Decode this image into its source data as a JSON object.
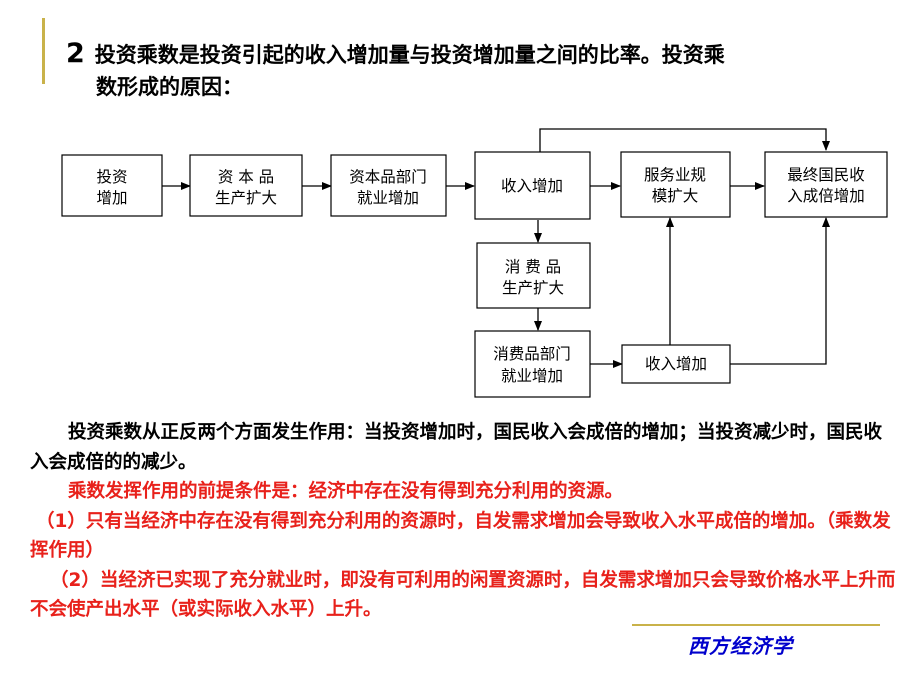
{
  "slide": {
    "number": "2",
    "title_line1": "投资乘数是投资引起的收入增加量与投资增加量之间的比率。投资乘",
    "title_line2": "数形成的原因："
  },
  "diagram": {
    "nodes": {
      "invest_up": [
        "投资",
        "增加"
      ],
      "capital_goods_expand": [
        "资 本 品",
        "生产扩大"
      ],
      "capital_dept_jobs": [
        "资本品部门",
        "就业增加"
      ],
      "income_up_1": [
        "收入增加"
      ],
      "service_expand": [
        "服务业规",
        "模扩大"
      ],
      "final_income": [
        "最终国民收",
        "入成倍增加"
      ],
      "consumer_goods_expand": [
        "消  费  品",
        "生产扩大"
      ],
      "consumer_dept_jobs": [
        "消费品部门",
        "就业增加"
      ],
      "income_up_2": [
        "收入增加"
      ]
    }
  },
  "paragraphs": [
    {
      "text": "投资乘数从正反两个方面发生作用：当投资增加时，国民收入会成倍的增加；当投资减少时，国民收入会成倍的的减少。",
      "color": "black"
    },
    {
      "text": "乘数发挥作用的前提条件是：经济中存在没有得到充分利用的资源。",
      "color": "red"
    },
    {
      "text": "（1）只有当经济中存在没有得到充分利用的资源时，自发需求增加会导致收入水平成倍的增加。（乘数发挥作用）",
      "color": "red"
    },
    {
      "text": "（2）当经济已实现了充分就业时，即没有可利用的闲置资源时，自发需求增加只会导致价格水平上升而不会使产出水平（或实际收入水平）上升。",
      "color": "red"
    }
  ],
  "footer": {
    "label": "西方经济学"
  },
  "colors": {
    "accent": "#c9b24a",
    "highlight_text": "#e8211b",
    "footer_text": "#0000cc"
  }
}
